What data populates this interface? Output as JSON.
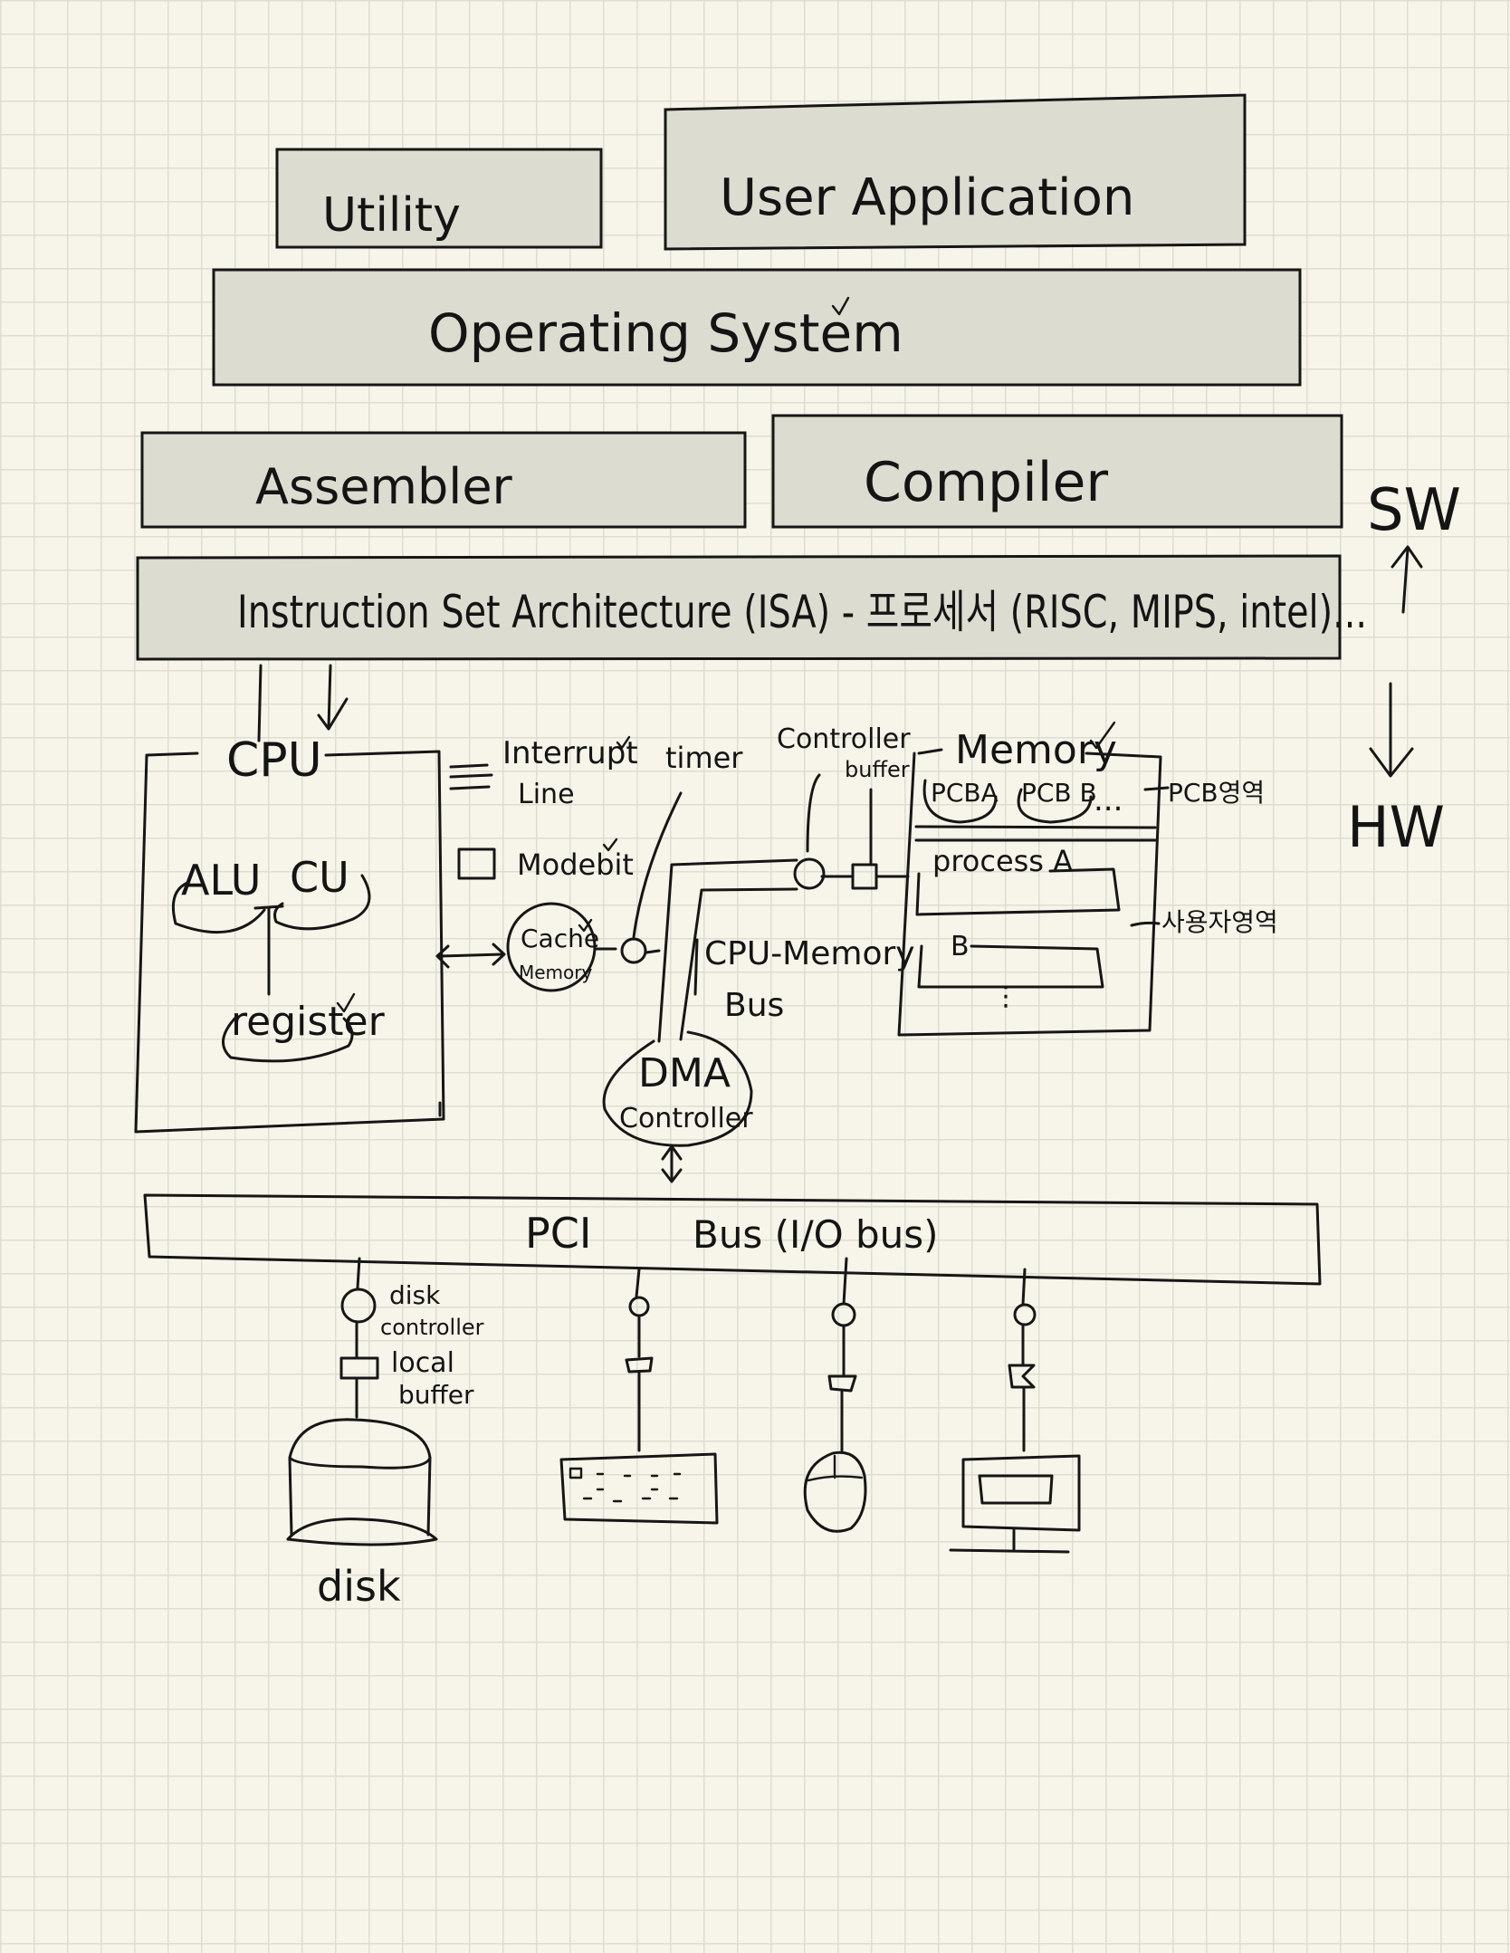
{
  "sw_layers": {
    "utility": "Utility",
    "user_application": "User Application",
    "operating_system": "Operating System",
    "assembler": "Assembler",
    "compiler": "Compiler",
    "isa": "Instruction Set Architecture (ISA) - 프로세서 (RISC, MIPS, intel)..."
  },
  "direction": {
    "sw": "SW",
    "hw": "HW"
  },
  "cpu": {
    "title": "CPU",
    "alu": "ALU",
    "cu": "CU",
    "register": "register"
  },
  "cpu_side": {
    "interrupt_line_1": "Interrupt",
    "interrupt_line_2": "Line",
    "modebit": "Modebit",
    "cache_1": "Cache",
    "cache_2": "Memory",
    "timer": "timer",
    "controller": "Controller",
    "buffer": "buffer",
    "cpu_memory_bus_1": "CPU-Memory",
    "cpu_memory_bus_2": "Bus",
    "dma_1": "DMA",
    "dma_2": "Controller"
  },
  "memory": {
    "title": "Memory",
    "pcb_a": "PCBA",
    "pcb_b": "PCB B",
    "ellipsis": "...",
    "pcb_area": "PCB영역",
    "process_a": "process A",
    "process_b": "B",
    "dots": "⋮",
    "user_area": "사용자영역"
  },
  "pci_bus": {
    "pci": "PCI",
    "bus": "Bus (I/O bus)"
  },
  "devices": {
    "disk_controller_1": "disk",
    "disk_controller_2": "controller",
    "local_buffer_1": "local",
    "local_buffer_2": "buffer",
    "disk": "disk"
  }
}
